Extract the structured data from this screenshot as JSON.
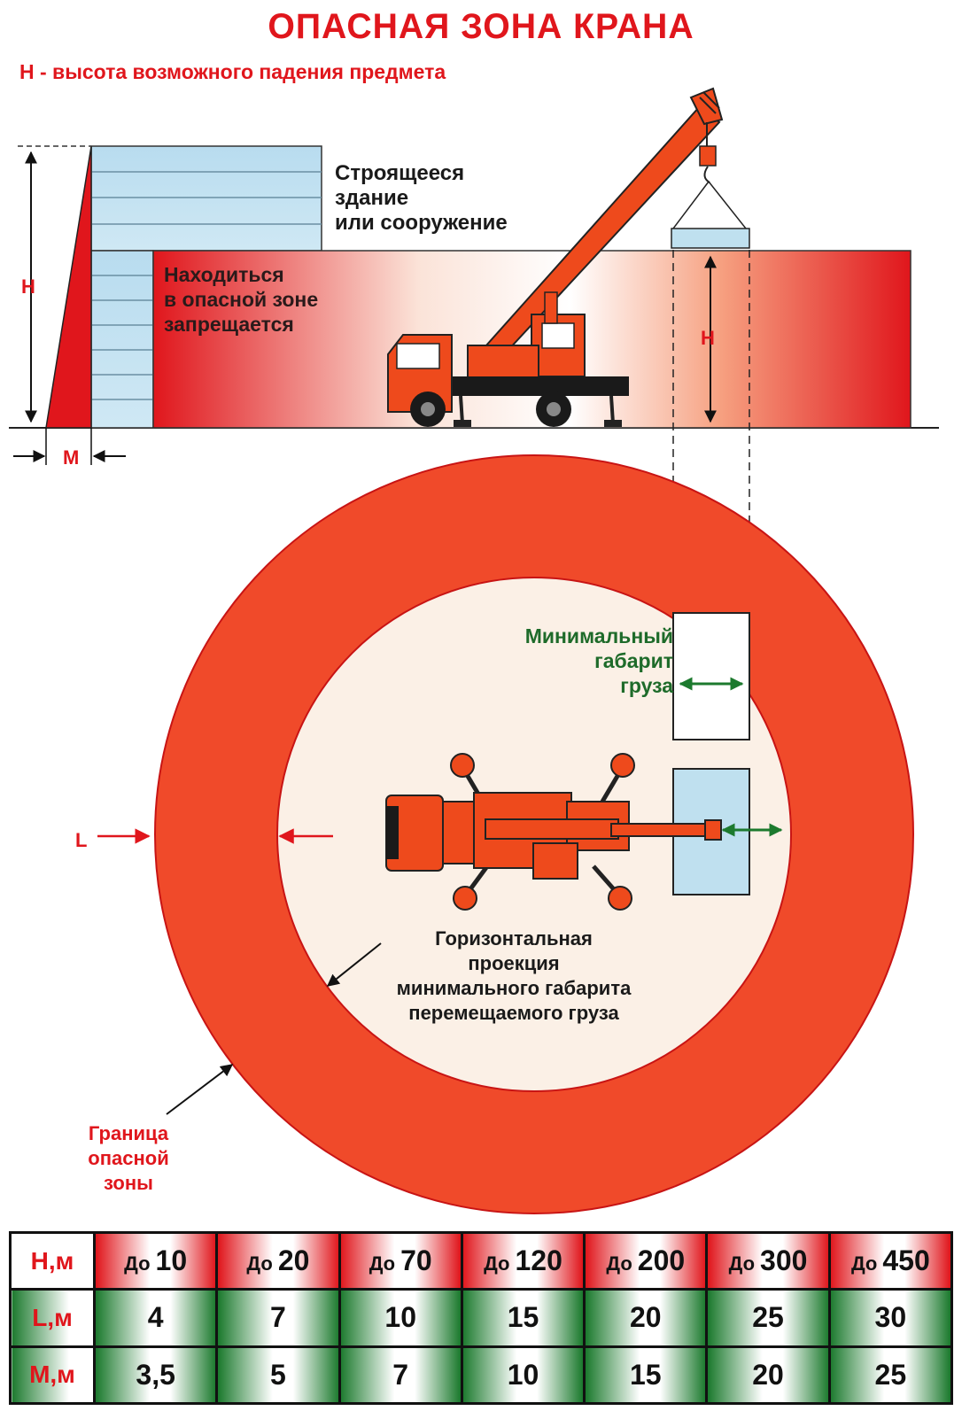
{
  "title": "ОПАСНАЯ ЗОНА КРАНА",
  "subtitle": "Н - высота возможного падения предмета",
  "labels": {
    "building": [
      "Строящееся",
      "здание",
      "или сооружение"
    ],
    "forbidden": [
      "Находиться",
      "в опасной зоне",
      "запрещается"
    ],
    "min_size": [
      "Минимальный",
      "габарит",
      "груза"
    ],
    "projection": [
      "Горизонтальная",
      "проекция",
      "минимального габарита",
      "перемещаемого груза"
    ],
    "boundary": [
      "Граница",
      "опасной",
      "зоны"
    ],
    "H_left": "Н",
    "H_right": "Н",
    "M": "М",
    "L": "L"
  },
  "table": {
    "rows": [
      {
        "head": "Н,м",
        "prefix": "До",
        "values": [
          "10",
          "20",
          "70",
          "120",
          "200",
          "300",
          "450"
        ]
      },
      {
        "head": "L,м",
        "values": [
          "4",
          "7",
          "10",
          "15",
          "20",
          "25",
          "30"
        ]
      },
      {
        "head": "М,м",
        "values": [
          "3,5",
          "5",
          "7",
          "10",
          "15",
          "20",
          "25"
        ]
      }
    ]
  },
  "colors": {
    "danger_red": "#e0161c",
    "zone_red": "#f04a2a",
    "safe_green": "#1c7a2e",
    "cargo_blue": "#bfe0ef"
  }
}
